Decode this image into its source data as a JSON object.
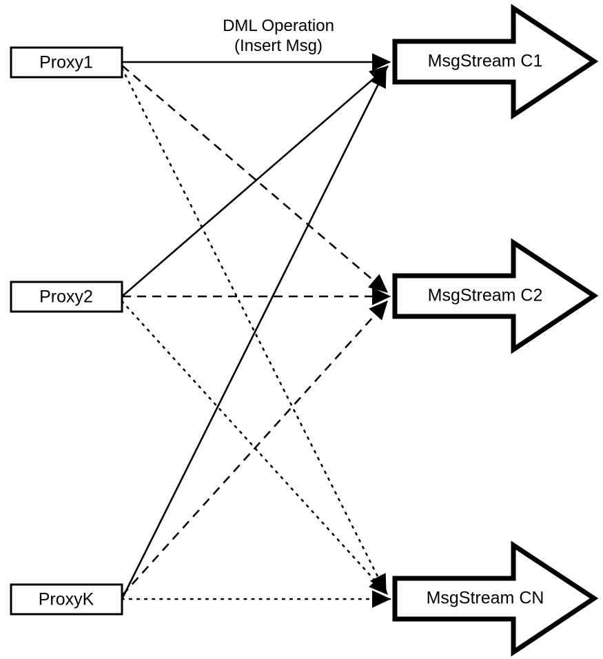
{
  "diagram": {
    "title_label": {
      "line1": "DML Operation",
      "line2": "(Insert Msg)"
    },
    "colors": {
      "stroke": "#000000",
      "fill": "#ffffff",
      "text": "#000000"
    },
    "proxies": [
      {
        "id": "proxy1",
        "label": "Proxy1"
      },
      {
        "id": "proxy2",
        "label": "Proxy2"
      },
      {
        "id": "proxyk",
        "label": "ProxyK"
      }
    ],
    "streams": [
      {
        "id": "stream-c1",
        "label": "MsgStream C1"
      },
      {
        "id": "stream-c2",
        "label": "MsgStream C2"
      },
      {
        "id": "stream-cn",
        "label": "MsgStream CN"
      }
    ],
    "edges": [
      {
        "from": "Proxy1",
        "to": "MsgStream C1",
        "style": "solid"
      },
      {
        "from": "Proxy2",
        "to": "MsgStream C1",
        "style": "solid"
      },
      {
        "from": "ProxyK",
        "to": "MsgStream C1",
        "style": "solid"
      },
      {
        "from": "Proxy1",
        "to": "MsgStream C2",
        "style": "dashed"
      },
      {
        "from": "Proxy2",
        "to": "MsgStream C2",
        "style": "dashed"
      },
      {
        "from": "ProxyK",
        "to": "MsgStream C2",
        "style": "dashed"
      },
      {
        "from": "Proxy1",
        "to": "MsgStream CN",
        "style": "dotted"
      },
      {
        "from": "Proxy2",
        "to": "MsgStream CN",
        "style": "dotted"
      },
      {
        "from": "ProxyK",
        "to": "MsgStream CN",
        "style": "dotted"
      }
    ]
  }
}
